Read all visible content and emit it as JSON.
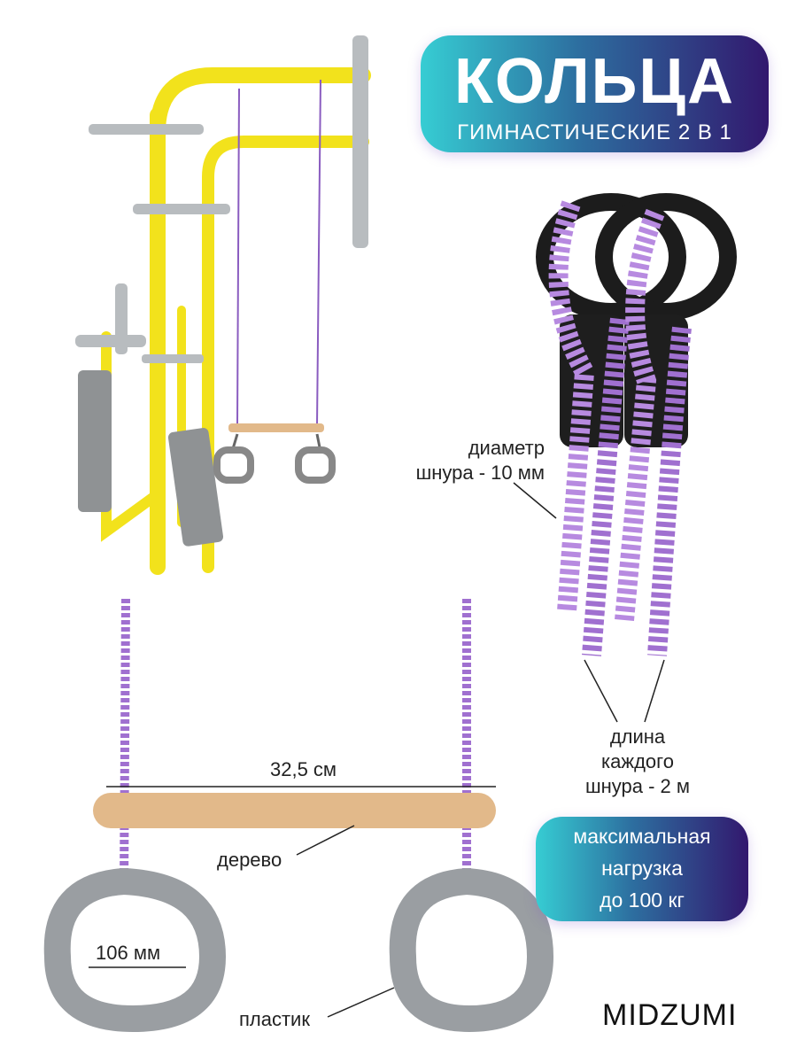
{
  "title": {
    "main": "КОЛЬЦА",
    "subtitle": "ГИМНАСТИЧЕСКИЕ 2 В 1"
  },
  "annotations": {
    "cord_diameter": [
      "диаметр",
      "шнура - 10 мм"
    ],
    "cord_length": [
      "длина",
      "каждого",
      "шнура - 2 м"
    ],
    "bar_length": "32,5 см",
    "bar_material": "дерево",
    "ring_size": "106 мм",
    "ring_material": "пластик"
  },
  "load_badge": {
    "lines": [
      "максимальная",
      "нагрузка",
      "до 100 кг"
    ]
  },
  "brand": "MIDZUMI",
  "colors": {
    "yellow": "#f2e21c",
    "rope": "#a070d0",
    "ring": "#9a9ea2",
    "wood": "#e2b98a",
    "gradient_start": "#36cdd3",
    "gradient_end": "#32186e"
  }
}
